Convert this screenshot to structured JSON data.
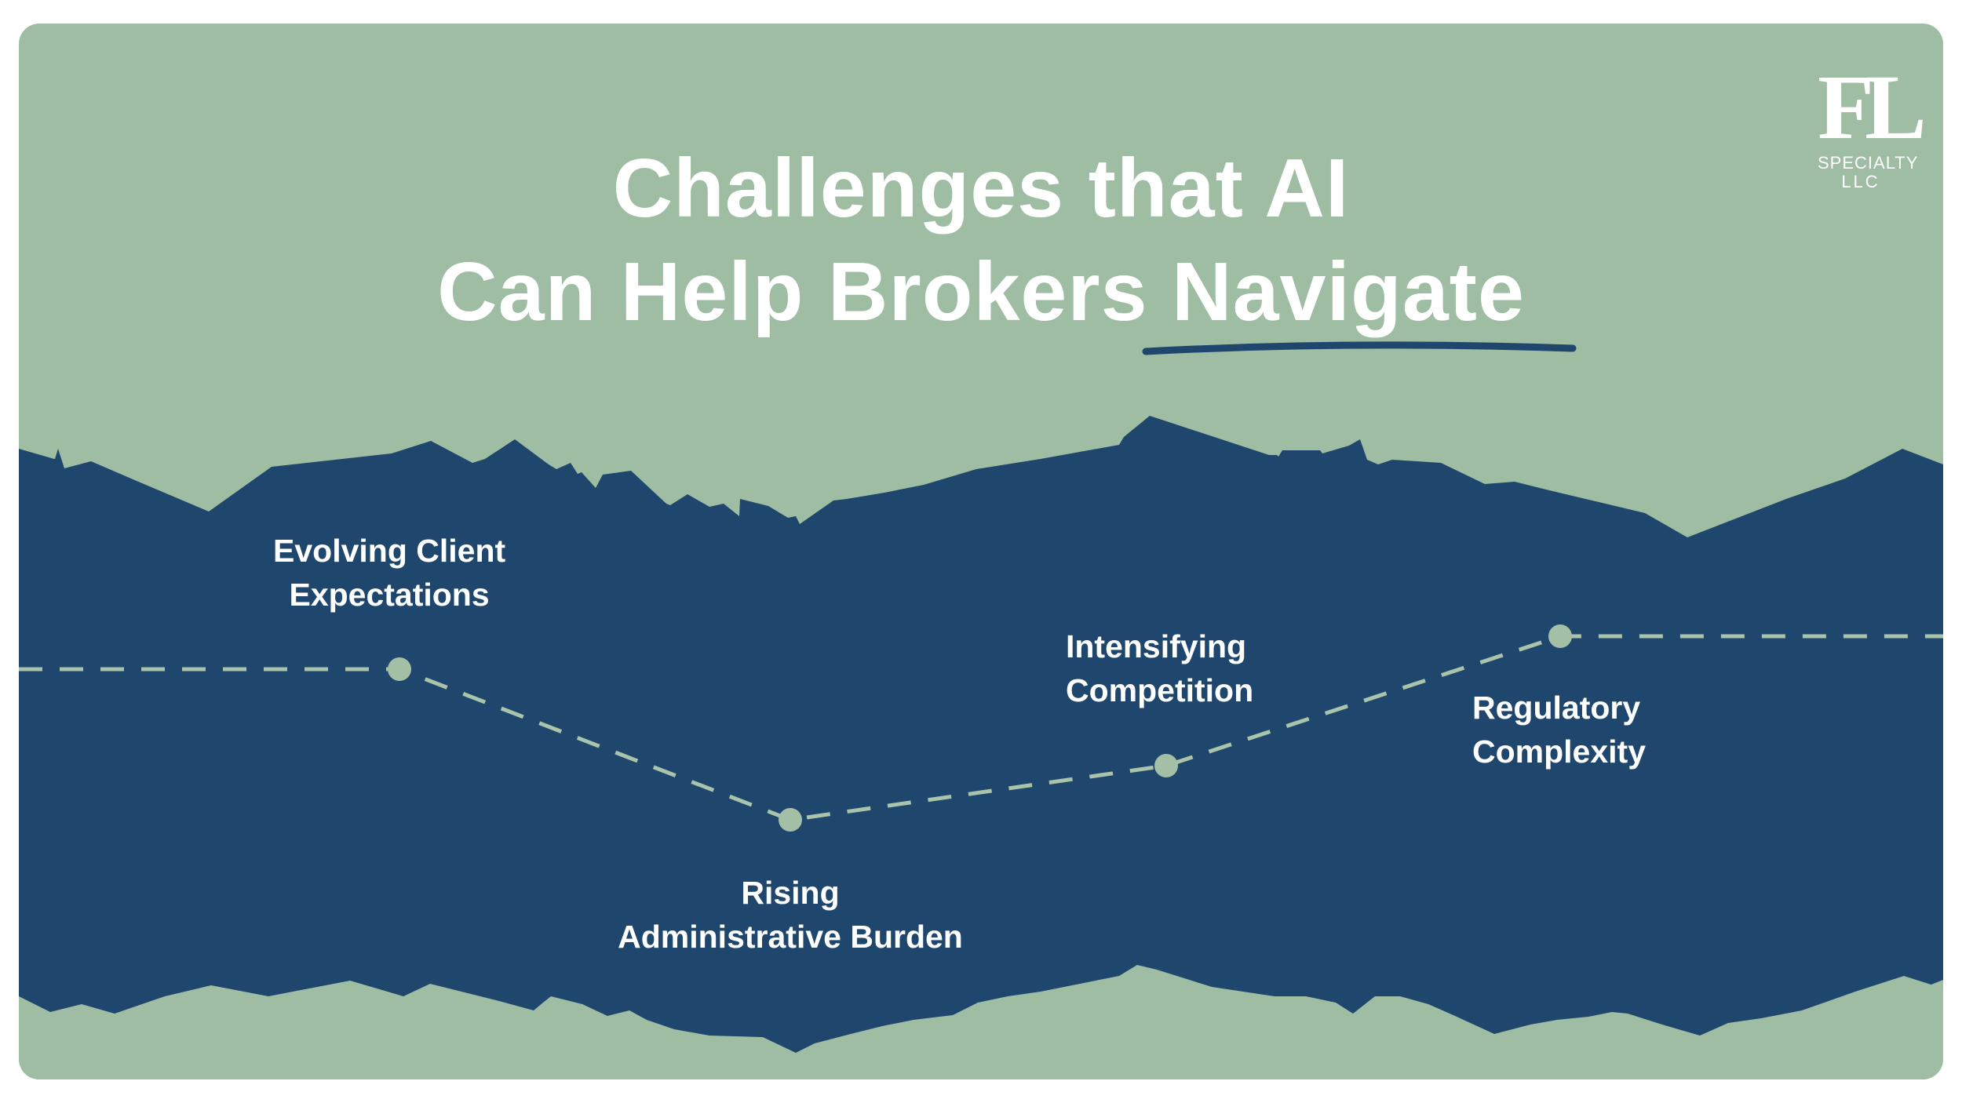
{
  "title": {
    "line1": "Challenges that AI",
    "line2": "Can Help Brokers Navigate"
  },
  "logo": {
    "mark": "FL",
    "line1": "SPECIALTY",
    "line2": "LLC"
  },
  "challenges": [
    {
      "line1": "Evolving Client",
      "line2": "Expectations"
    },
    {
      "line1": "Rising",
      "line2": "Administrative Burden"
    },
    {
      "line1": "Intensifying",
      "line2": "Competition"
    },
    {
      "line1": "Regulatory",
      "line2": "Complexity"
    }
  ],
  "colors": {
    "background_green": "#9ebda3",
    "band_navy": "#1f466c",
    "text": "#ffffff",
    "dot": "#a3c0a6",
    "dash": "#a9c4ab",
    "underline": "#1f466c"
  }
}
